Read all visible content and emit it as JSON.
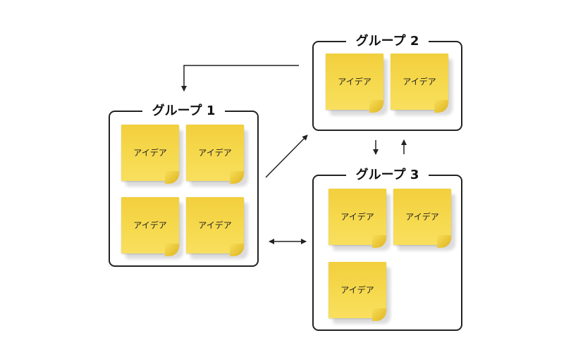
{
  "groups": [
    {
      "title": "グループ 1",
      "notes": [
        "アイデア",
        "アイデア",
        "アイデア",
        "アイデア"
      ]
    },
    {
      "title": "グループ 2",
      "notes": [
        "アイデア",
        "アイデア"
      ]
    },
    {
      "title": "グループ 3",
      "notes": [
        "アイデア",
        "アイデア",
        "アイデア"
      ]
    }
  ],
  "colors": {
    "note": "#f6d94e",
    "border": "#222222",
    "arrow": "#222222"
  }
}
